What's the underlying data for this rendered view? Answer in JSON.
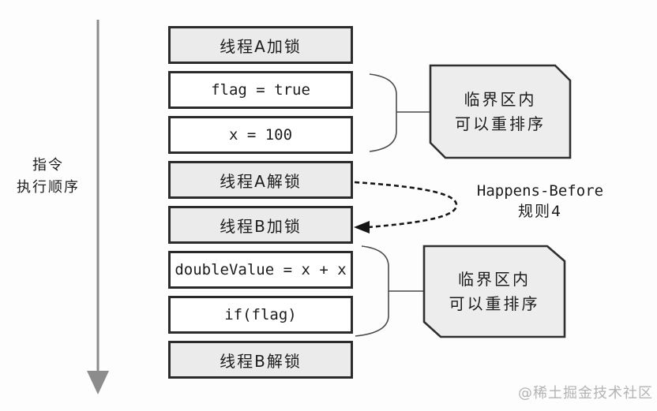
{
  "page": {
    "watermark": "@稀土掘金技术社区",
    "background": "#fdfdfd"
  },
  "left_axis": {
    "line1": "指令",
    "line2": "执行顺序"
  },
  "sequence_boxes": [
    {
      "label": "线程A加锁",
      "type": "lock"
    },
    {
      "label": "flag = true",
      "type": "code"
    },
    {
      "label": "x = 100",
      "type": "code"
    },
    {
      "label": "线程A解锁",
      "type": "lock"
    },
    {
      "label": "线程B加锁",
      "type": "lock"
    },
    {
      "label": "doubleValue = x + x",
      "type": "code"
    },
    {
      "label": "if(flag)",
      "type": "code"
    },
    {
      "label": "线程B解锁",
      "type": "lock"
    }
  ],
  "callouts": [
    {
      "line1": "临界区内",
      "line2": "可以重排序"
    },
    {
      "line1": "临界区内",
      "line2": "可以重排序"
    }
  ],
  "happens_before": {
    "line1": "Happens-Before",
    "line2": "规则4"
  },
  "colors": {
    "box_border": "#2b2b2b",
    "lock_fill": "#ebebeb",
    "code_fill": "#ffffff",
    "callout_fill": "#ededed",
    "callout_border": "#2f2f2f",
    "order_arrow": "#8c8c8c",
    "brace_line": "#4a4a4a",
    "dashed_arrow": "#161616",
    "text": "#1c1c1c",
    "watermark": "#b3b3b3"
  }
}
